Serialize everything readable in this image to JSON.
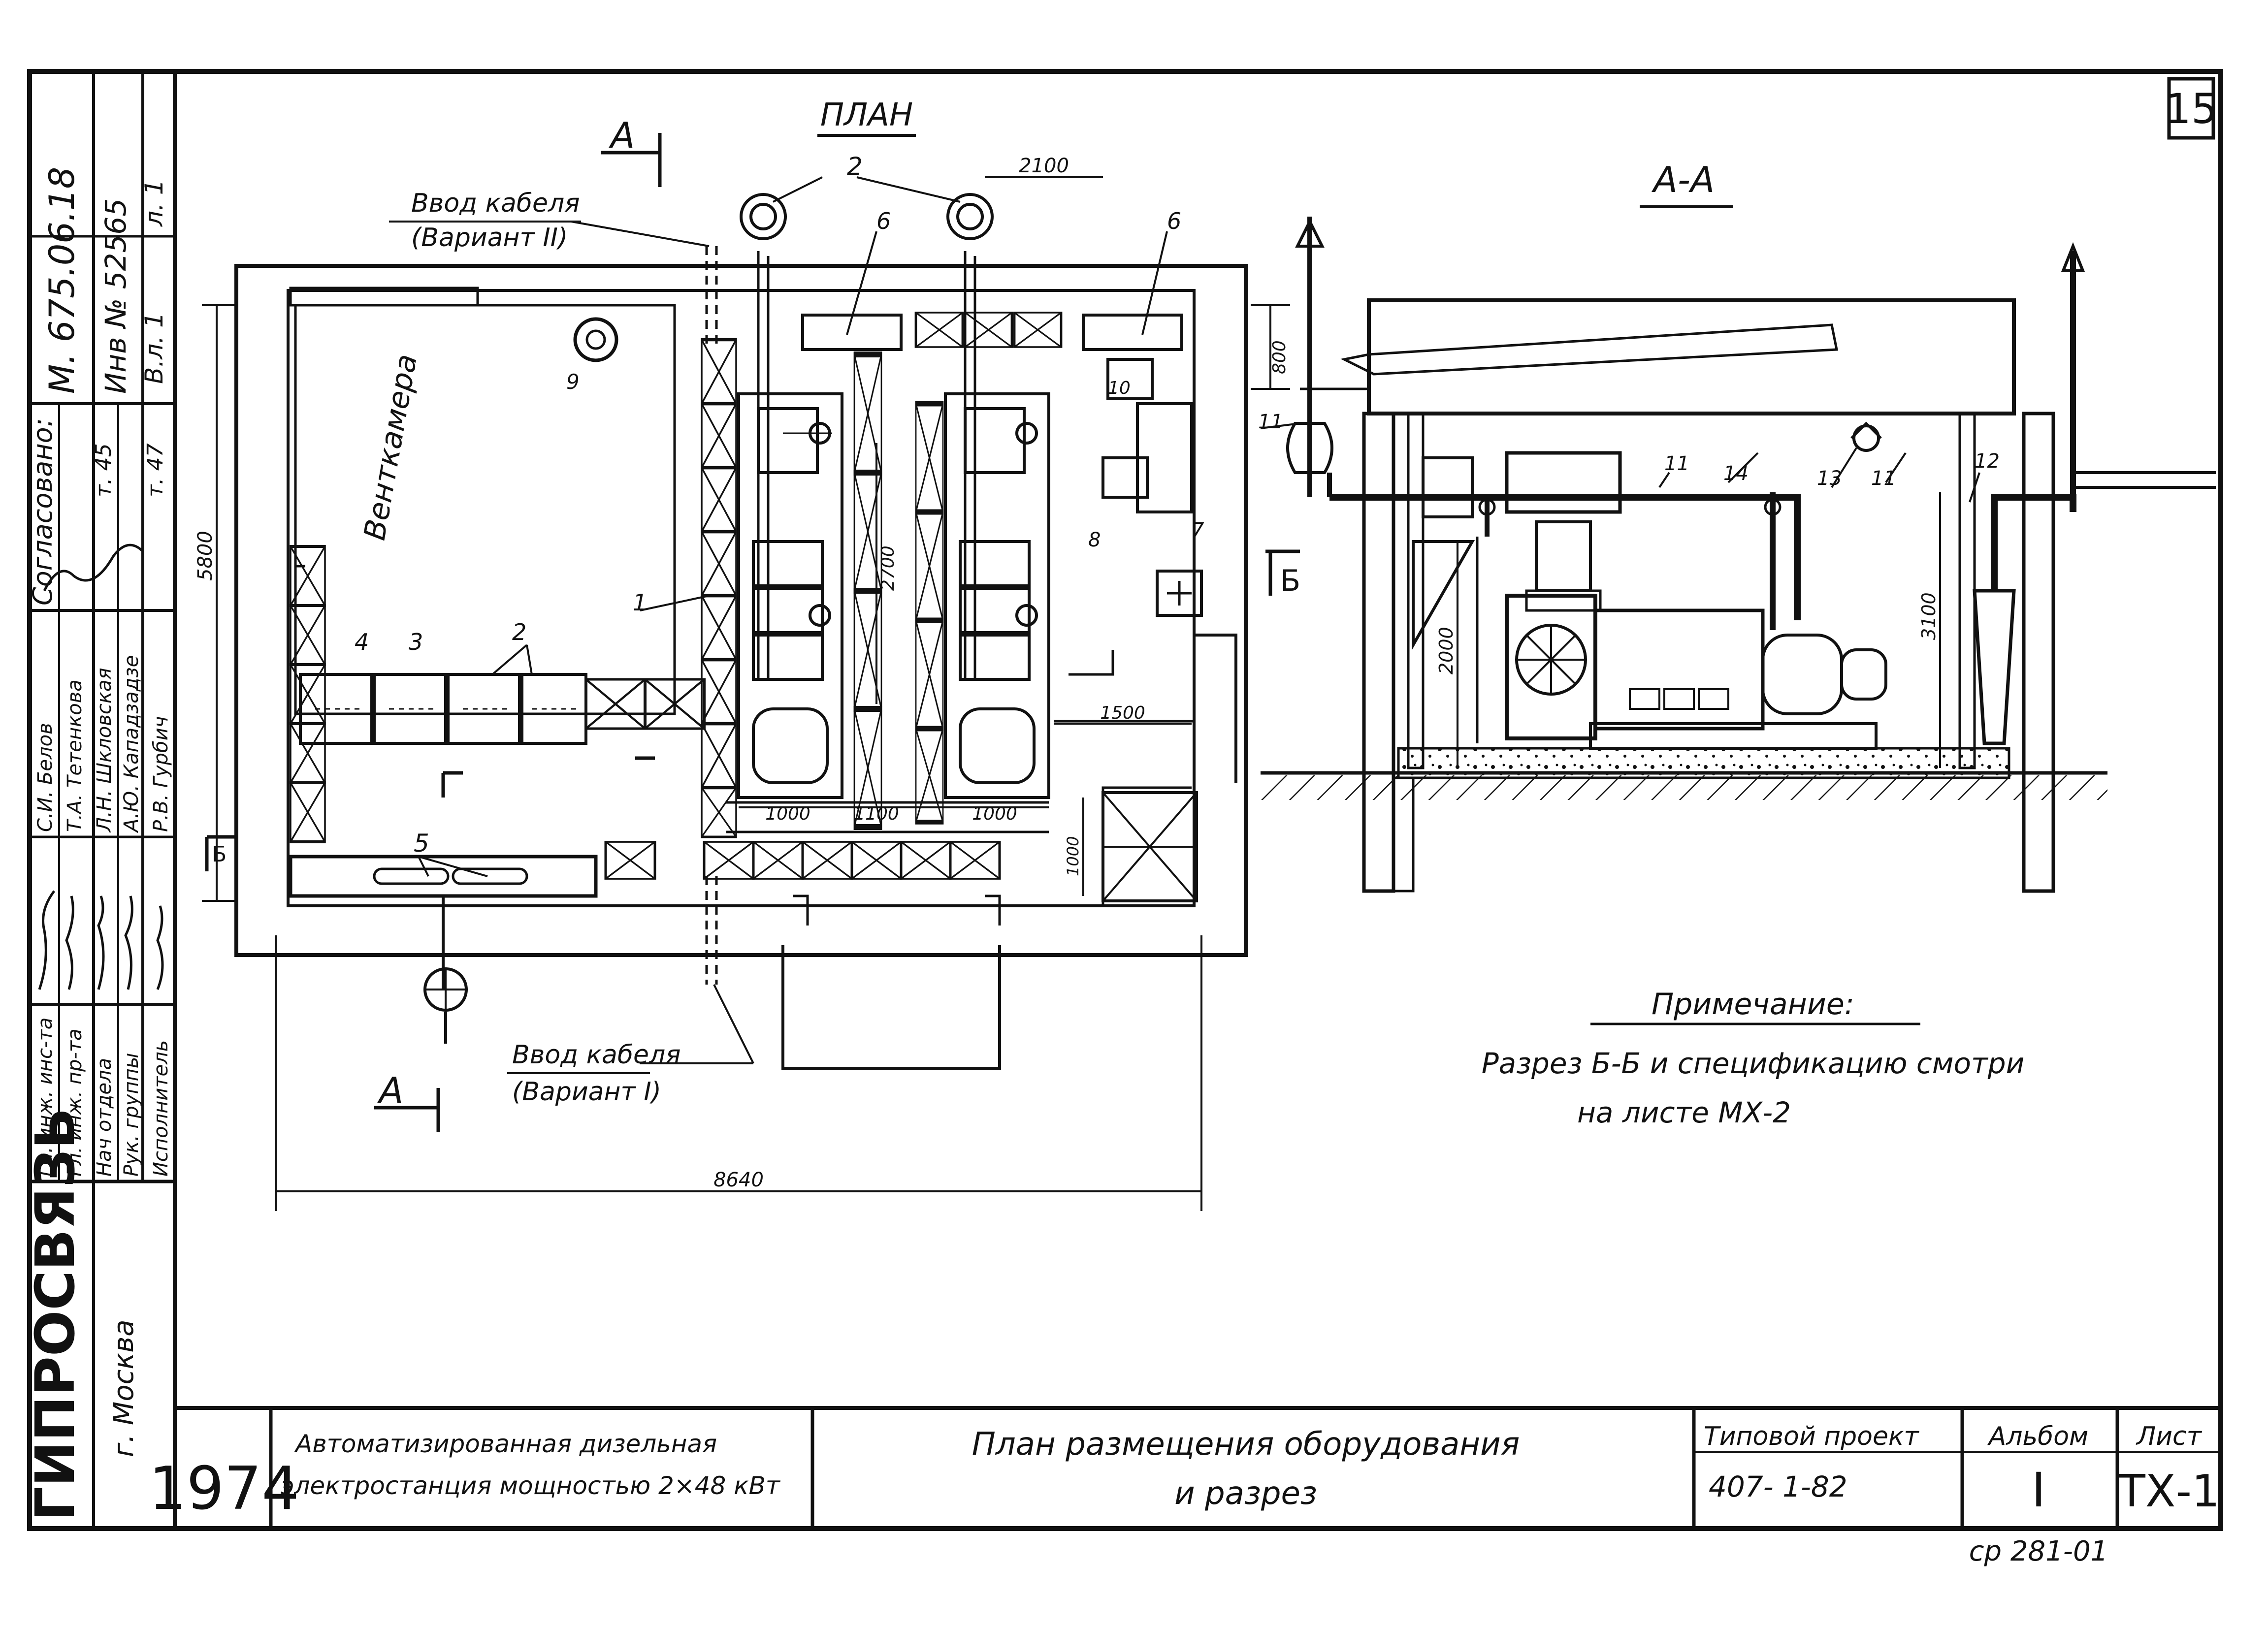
{
  "sheet_number": "15",
  "views": {
    "plan_title": "ПЛАН",
    "section_title": "А-А",
    "cut_marker_a": "А",
    "cut_marker_b": "Б"
  },
  "plan_labels": {
    "cable_entry": "Ввод кабеля",
    "variant_2": "(Вариант II)",
    "variant_1": "(Вариант I)",
    "ventchamber": "Венткамера"
  },
  "dimensions": {
    "d2100": "2100",
    "d800": "800",
    "d5800": "5800",
    "d2700": "2700",
    "d1000a": "1000",
    "d1100": "1100",
    "d1000b": "1000",
    "d1500": "1500",
    "d1000v": "1000",
    "d8640": "8640",
    "d2000": "2000",
    "d3100": "3100"
  },
  "callouts": {
    "c1": "1",
    "c2a": "2",
    "c2b": "2",
    "c3": "3",
    "c4": "4",
    "c5": "5",
    "c6a": "6",
    "c6b": "6",
    "c7": "7",
    "c8": "8",
    "c9": "9",
    "c10": "10",
    "c11a": "11",
    "c11b": "11",
    "c11c": "11",
    "c12": "12",
    "c13": "13",
    "c14": "14"
  },
  "note": {
    "title": "Примечание:",
    "line1": "Разрез Б-Б и спецификацию смотри",
    "line2": "на листе МХ-2"
  },
  "left_strip": {
    "org": "ГИПРОСВЯЗЬ",
    "city": "г. Москва",
    "code": "М. 675.06.18",
    "inv": "Инв № 52565",
    "sheet_no": "л. 1",
    "vl": "В.л. 1",
    "agreed": "Согласовано:",
    "r1c1": "Гл. инж. инс-та",
    "r1c2": "С.И. Белов",
    "r2c1": "Гл. инж. пр-та",
    "r2c2": "Т.А. Тетенкова",
    "r3c1": "Нач отдела",
    "r3c2": "Л.Н. Шкловская",
    "r4c1": "Рук. группы",
    "r4c2": "А.Ю. Кападзадзе",
    "r5c1": "Исполнитель",
    "r5c2": "Р.В. Гурбич",
    "ag1": "т. 45",
    "ag2": "т. 47"
  },
  "title_block": {
    "year": "1974",
    "project_line1": "Автоматизированная дизельная",
    "project_line2": "электростанция мощностью 2×48 кВт",
    "drawing_line1": "План размещения оборудования",
    "drawing_line2": "и разрез",
    "typical_label": "Типовой проект",
    "typical_value": "407- 1-82",
    "album_label": "Альбом",
    "album_value": "I",
    "sheet_label": "Лист",
    "sheet_value": "ТХ-1",
    "archive_no": "ср 281-01"
  }
}
